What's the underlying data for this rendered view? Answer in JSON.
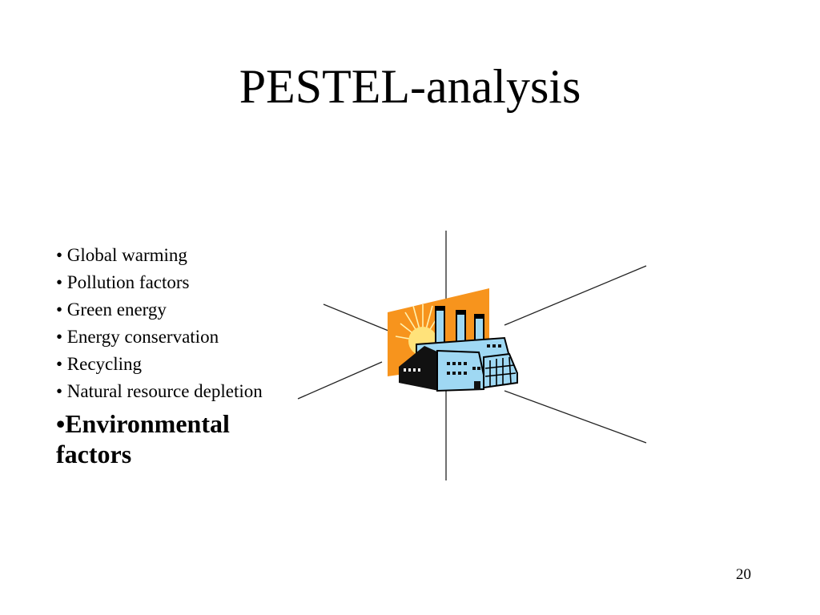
{
  "slide": {
    "title": "PESTEL-analysis",
    "bullets": [
      "• Global warming",
      "• Pollution factors",
      "• Green  energy",
      "• Energy conservation",
      "• Recycling",
      "• Natural resource depletion"
    ],
    "emphasis": "•Environmental factors",
    "page_number": "20"
  },
  "illustration": {
    "icon": "factory-icon",
    "colors": {
      "sun_panel": "#f7941d",
      "sun": "#ffe27a",
      "building": "#9fd8f3",
      "outline": "#000000",
      "lines": "#222222"
    }
  }
}
